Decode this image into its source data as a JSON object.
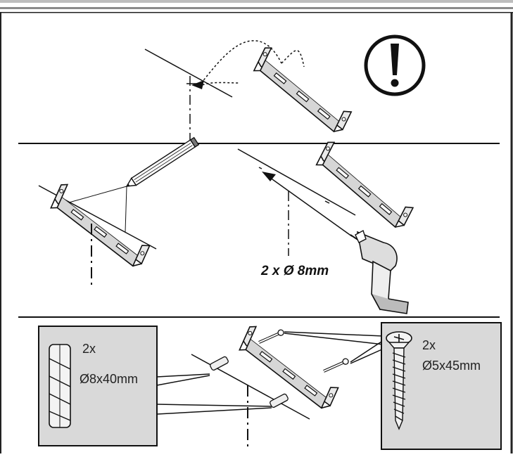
{
  "panels": [
    {
      "id": "mark-position",
      "icon": "warning-exclamation-icon"
    },
    {
      "id": "drill-holes",
      "drill_label": "2 x Ø 8mm"
    },
    {
      "id": "fasteners",
      "dowel": {
        "qty": "2x",
        "spec": "Ø8x40mm"
      },
      "screw": {
        "qty": "2x",
        "spec": "Ø5x45mm"
      }
    }
  ]
}
